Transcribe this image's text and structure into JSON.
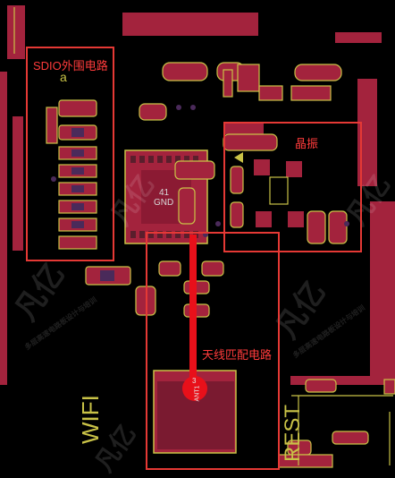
{
  "annotations": {
    "sdio": "SDIO外围电路",
    "crystal": "晶振",
    "antenna_match": "天线匹配电路"
  },
  "silkscreen": {
    "ref_a": "a",
    "chip_pin": "41",
    "chip_net": "GND",
    "ant_pin": "3",
    "ant_ref": "ANT1",
    "wifi": "WIFI",
    "rest": "REST"
  },
  "watermark": {
    "brand": "凡亿",
    "tagline": "多层高速电路板设计与培训"
  },
  "colors": {
    "background": "#000000",
    "copper": "#a3233d",
    "silkscreen": "#c9c247",
    "annotation": "#e53935",
    "via": "#4a2a5a",
    "trace": "#e8101a"
  }
}
